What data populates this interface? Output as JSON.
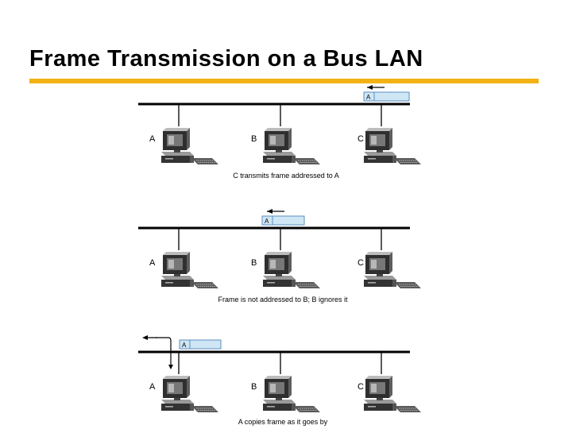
{
  "title": "Frame Transmission on a Bus LAN",
  "colors": {
    "title_rule": "#f2b214",
    "bus": "#000000",
    "frame_fill": "#cfe6f5",
    "frame_stroke": "#5b8fc0",
    "computer_dark": "#2b2b2b",
    "computer_mid": "#7a7a7a",
    "computer_light": "#c8c8c8"
  },
  "icons": {
    "station": "desktop-computer-icon",
    "direction": "left-arrow-icon"
  },
  "panels": [
    {
      "caption": "C transmits frame addressed to A",
      "stations": [
        "A",
        "B",
        "C"
      ],
      "frame_label": "A"
    },
    {
      "caption": "Frame is not addressed to B; B ignores it",
      "stations": [
        "A",
        "B",
        "C"
      ],
      "frame_label": "A"
    },
    {
      "caption": "A copies frame as it goes by",
      "stations": [
        "A",
        "B",
        "C"
      ],
      "frame_label": "A"
    }
  ]
}
